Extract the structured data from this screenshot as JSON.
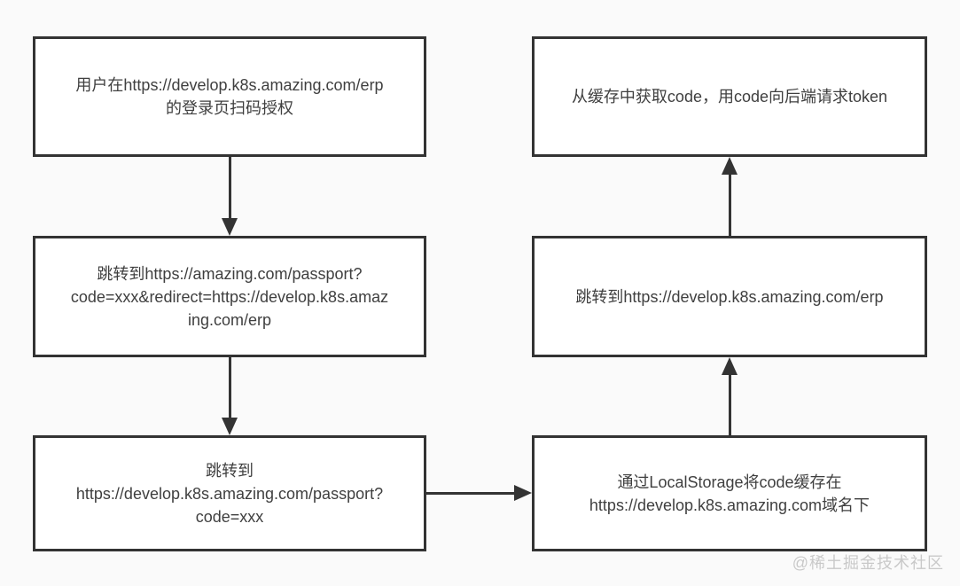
{
  "diagram": {
    "description": "OAuth-style code/token redirect flow between amazing.com passport and develop.k8s.amazing.com/erp",
    "nodes": [
      {
        "id": "user-scan-auth",
        "text": "用户在https://develop.k8s.amazing.com/erp\n的登录页扫码授权"
      },
      {
        "id": "redirect-passport-with-code",
        "text": "跳转到https://amazing.com/passport?\ncode=xxx&redirect=https://develop.k8s.amaz\ning.com/erp"
      },
      {
        "id": "redirect-develop-passport",
        "text": "跳转到\nhttps://develop.k8s.amazing.com/passport?\ncode=xxx"
      },
      {
        "id": "localstorage-cache-code",
        "text": "通过LocalStorage将code缓存在\nhttps://develop.k8s.amazing.com域名下"
      },
      {
        "id": "redirect-develop-erp",
        "text": "跳转到https://develop.k8s.amazing.com/erp"
      },
      {
        "id": "get-code-request-token",
        "text": "从缓存中获取code，用code向后端请求token"
      }
    ],
    "edges": [
      {
        "from": "user-scan-auth",
        "to": "redirect-passport-with-code",
        "direction": "down"
      },
      {
        "from": "redirect-passport-with-code",
        "to": "redirect-develop-passport",
        "direction": "down"
      },
      {
        "from": "redirect-develop-passport",
        "to": "localstorage-cache-code",
        "direction": "right"
      },
      {
        "from": "localstorage-cache-code",
        "to": "redirect-develop-erp",
        "direction": "up"
      },
      {
        "from": "redirect-develop-erp",
        "to": "get-code-request-token",
        "direction": "up"
      }
    ]
  },
  "watermark": {
    "text": "@稀土掘金技术社区"
  },
  "colors": {
    "background": "#fafafa",
    "node_fill": "#ffffff",
    "node_border": "#333333",
    "node_text": "#3f3f3f",
    "arrow": "#333333",
    "watermark": "#c9c9c9"
  }
}
